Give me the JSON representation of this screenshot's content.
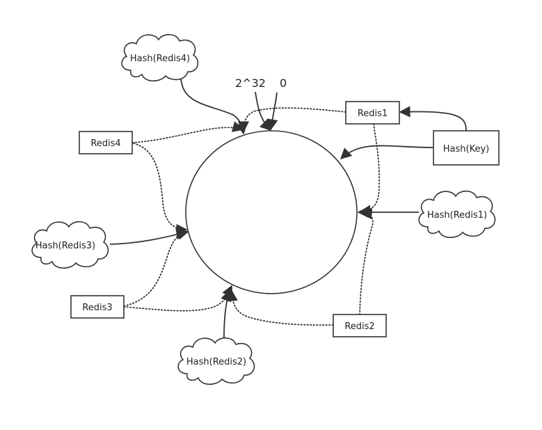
{
  "ring": {
    "top_labels": {
      "max": "2^32",
      "zero": "0"
    }
  },
  "nodes": {
    "redis1": "Redis1",
    "redis2": "Redis2",
    "redis3": "Redis3",
    "redis4": "Redis4",
    "hash_key": "Hash(Key)"
  },
  "clouds": {
    "hash_redis1": "Hash(Redis1)",
    "hash_redis2": "Hash(Redis2)",
    "hash_redis3": "Hash(Redis3)",
    "hash_redis4": "Hash(Redis4)"
  }
}
